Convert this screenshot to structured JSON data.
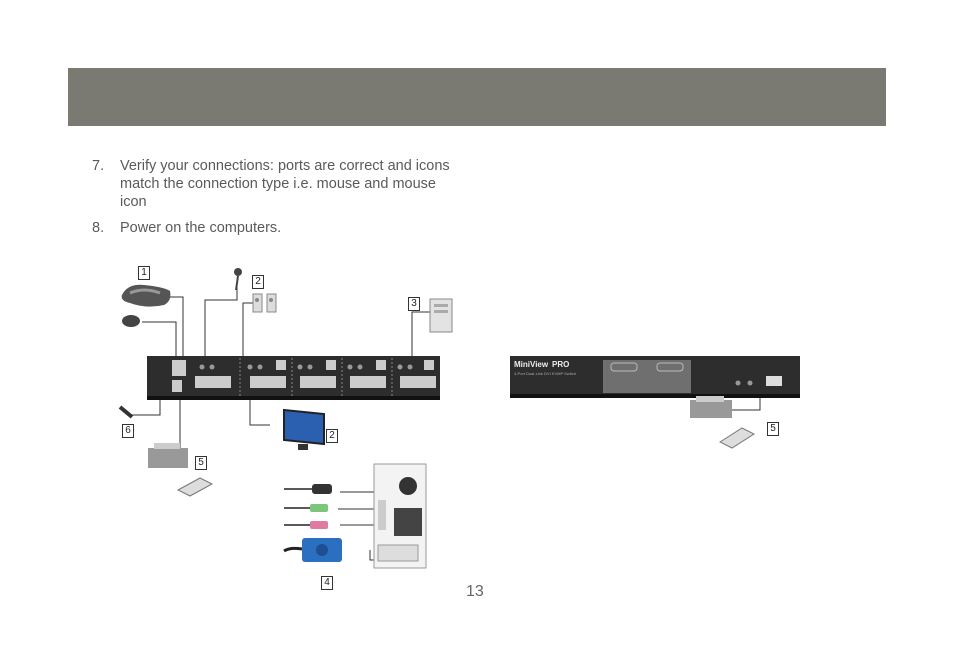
{
  "steps": [
    {
      "number": "7.",
      "text": "Verify your connections: ports are correct and icons match the connection type i.e. mouse and mouse icon"
    },
    {
      "number": "8.",
      "text": "Power on the computers."
    }
  ],
  "page_number": "13",
  "callouts": {
    "keyboard": "1",
    "audio": "2",
    "computer": "3",
    "monitor": "2",
    "cables": "4",
    "printer": "5",
    "power": "6",
    "front_printer": "5"
  },
  "front_panel": {
    "brand": "MiniView",
    "model": "PRO",
    "subtitle": "4-Port Dual-Link DVI KVMP Switch"
  },
  "colors": {
    "header_band": "#7a7a73",
    "text": "#5a5a5a",
    "cable_green": "#7cc67c",
    "cable_pink": "#e07aa0",
    "dvi_blue": "#2a6fc0"
  }
}
